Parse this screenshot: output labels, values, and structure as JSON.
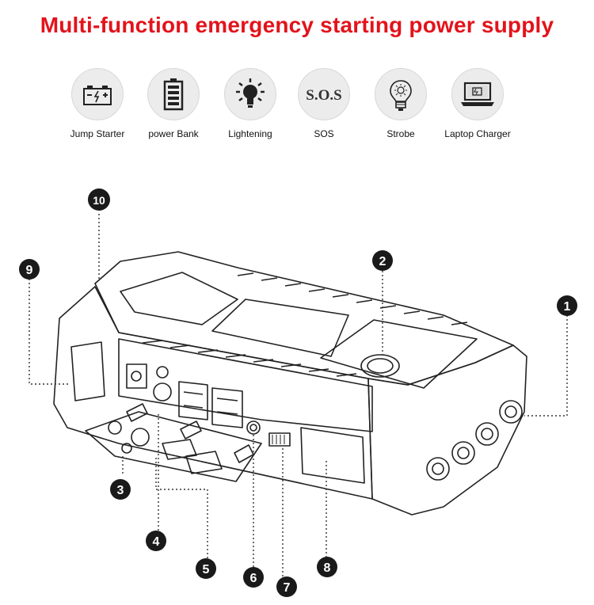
{
  "title": "Multi-function emergency starting power supply",
  "features": [
    {
      "label": "Jump Starter",
      "icon": "car-battery-icon"
    },
    {
      "label": "power Bank",
      "icon": "battery-icon"
    },
    {
      "label": "Lightening",
      "icon": "light-bulb-icon"
    },
    {
      "label": "SOS",
      "icon": "sos-icon"
    },
    {
      "label": "Strobe",
      "icon": "strobe-bulb-icon"
    },
    {
      "label": "Laptop  Charger",
      "icon": "laptop-icon"
    }
  ],
  "callouts": [
    "1",
    "2",
    "3",
    "4",
    "5",
    "6",
    "7",
    "8",
    "9",
    "10"
  ],
  "colors": {
    "title": "#e3131b",
    "line": "#222222",
    "icon_bg": "#ececec"
  }
}
